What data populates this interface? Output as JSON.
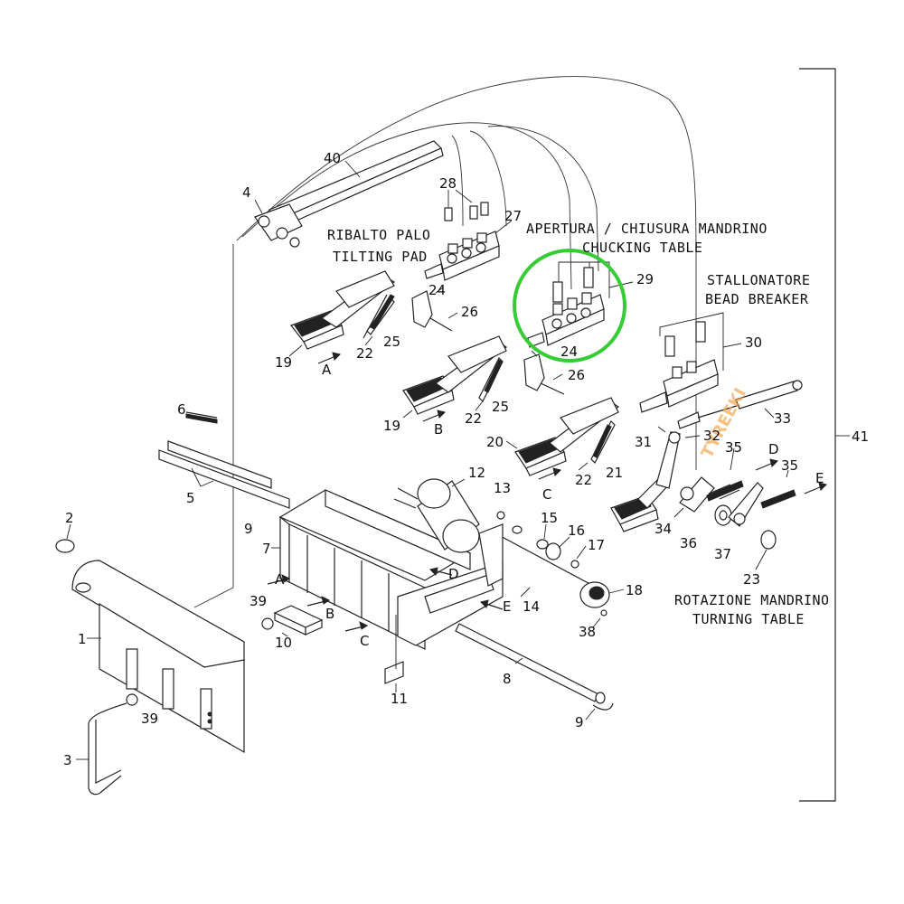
{
  "captions": {
    "ribalto": "RIBALTO PALO",
    "tilting": "TILTING PAD",
    "apertura": "APERTURA / CHIUSURA MANDRINO",
    "chucking": "CHUCKING TABLE",
    "stallonatore": "STALLONATORE",
    "bead": "BEAD BREAKER",
    "rotazione": "ROTAZIONE MANDRINO",
    "turning": "TURNING TABLE"
  },
  "watermark": "TYREEKI",
  "highlight_color": "#35cc35",
  "part_numbers": [
    "1",
    "2",
    "3",
    "4",
    "5",
    "6",
    "7",
    "8",
    "9",
    "10",
    "11",
    "12",
    "13",
    "14",
    "15",
    "16",
    "17",
    "18",
    "19",
    "20",
    "21",
    "22",
    "23",
    "24",
    "25",
    "26",
    "27",
    "28",
    "29",
    "30",
    "31",
    "32",
    "33",
    "34",
    "35",
    "36",
    "37",
    "38",
    "39",
    "40",
    "41"
  ],
  "callouts": {
    "p1": "1",
    "p2": "2",
    "p3": "3",
    "p4": "4",
    "p5": "5",
    "p6": "6",
    "p7": "7",
    "p8": "8",
    "p9a": "9",
    "p9b": "9",
    "p10": "10",
    "p11": "11",
    "p12": "12",
    "p13": "13",
    "p14": "14",
    "p15": "15",
    "p16": "16",
    "p17": "17",
    "p18": "18",
    "p19a": "19",
    "p19b": "19",
    "p20": "20",
    "p21": "21",
    "p22a": "22",
    "p22b": "22",
    "p22c": "22",
    "p23": "23",
    "p24a": "24",
    "p24b": "24",
    "p25a": "25",
    "p25b": "25",
    "p26a": "26",
    "p26b": "26",
    "p27": "27",
    "p28": "28",
    "p29": "29",
    "p30": "30",
    "p31": "31",
    "p32": "32",
    "p33": "33",
    "p34": "34",
    "p35a": "35",
    "p35b": "35",
    "p36": "36",
    "p37": "37",
    "p38": "38",
    "p39a": "39",
    "p39b": "39",
    "p40": "40",
    "p41": "41"
  },
  "arrows": {
    "a1": "A",
    "a2": "A",
    "b1": "B",
    "b2": "B",
    "c1": "C",
    "c2": "C",
    "d1": "D",
    "d2": "D",
    "e1": "E",
    "e2": "E"
  }
}
